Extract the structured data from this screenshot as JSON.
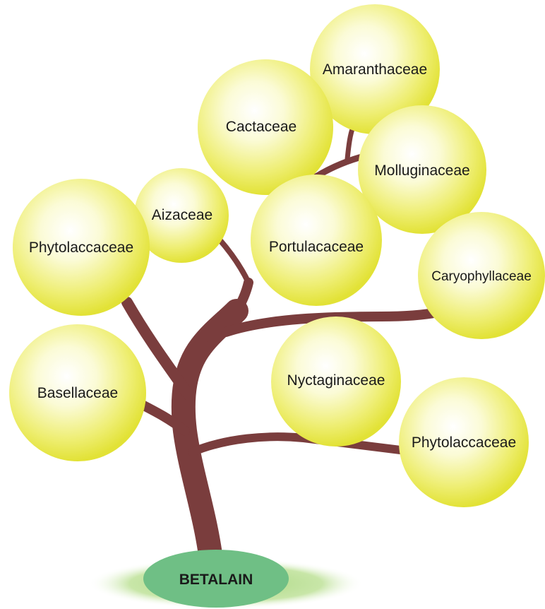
{
  "root": {
    "label": "BETALAIN"
  },
  "families": [
    {
      "id": "amaranthaceae",
      "label": "Amaranthaceae"
    },
    {
      "id": "cactaceae",
      "label": "Cactaceae"
    },
    {
      "id": "molluginaceae",
      "label": "Molluginaceae"
    },
    {
      "id": "aizaceae",
      "label": "Aizaceae"
    },
    {
      "id": "phytolaccaceae-left",
      "label": "Phytolaccaceae"
    },
    {
      "id": "portulacaceae",
      "label": "Portulacaceae"
    },
    {
      "id": "caryophyllaceae",
      "label": "Caryophyllaceae"
    },
    {
      "id": "basellaceae",
      "label": "Basellaceae"
    },
    {
      "id": "nyctaginaceae",
      "label": "Nyctaginaceae"
    },
    {
      "id": "phytolaccaceae-right",
      "label": "Phytolaccaceae"
    }
  ],
  "colors": {
    "trunk": "#7a3d3d",
    "bubble_edge": "#e4e43a",
    "bubble_center": "#ffffff",
    "ground": "#b4dc8e",
    "root_badge": "#6fbf85"
  }
}
